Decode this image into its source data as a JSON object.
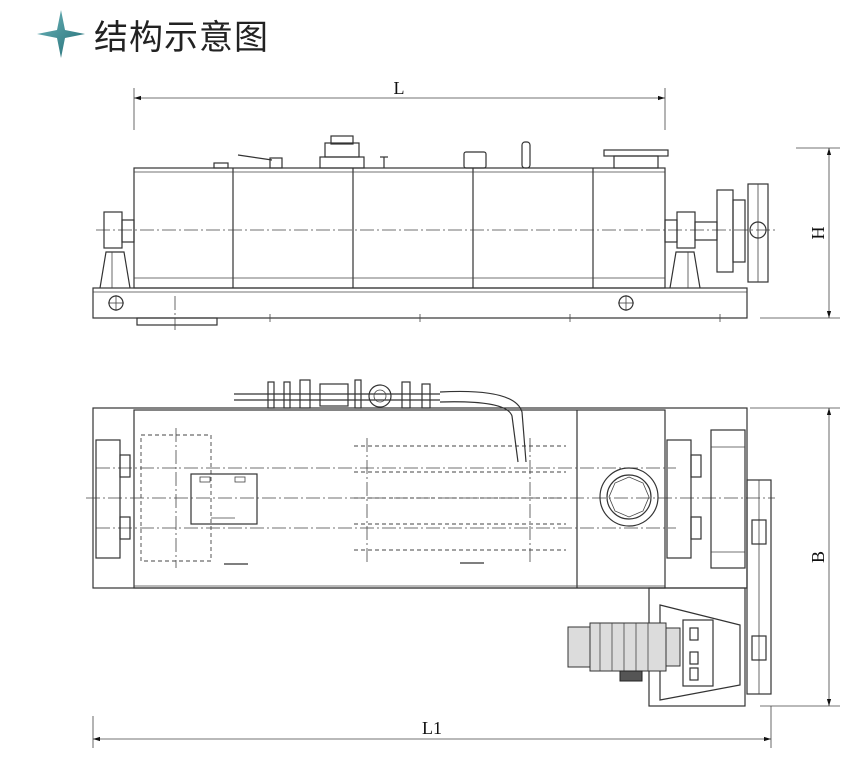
{
  "header": {
    "title": "结构示意图",
    "icon": "four-point-star-icon",
    "icon_color": "#2f7f86"
  },
  "dimensions": {
    "length": "L",
    "height": "H",
    "width": "B",
    "total_length": "L1"
  }
}
